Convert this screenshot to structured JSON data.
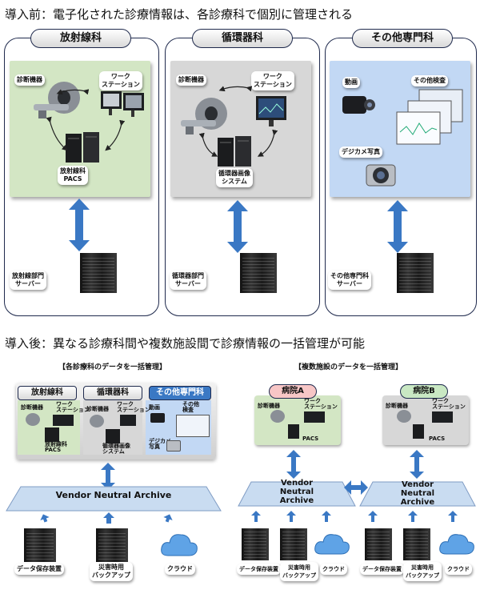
{
  "before": {
    "heading": "導入前：電子化された診療情報は、各診療科で個別に管理される",
    "departments": [
      {
        "title": "放射線科",
        "nodes": [
          "診断機器",
          "ワーク\nステーション",
          "放射線科\nPACS"
        ],
        "server": "放射線部門\nサーバー"
      },
      {
        "title": "循環器科",
        "nodes": [
          "診断機器",
          "ワーク\nステーション",
          "循環器画像\nシステム"
        ],
        "server": "循環器部門\nサーバー"
      },
      {
        "title": "その他専門科",
        "nodes": [
          "動画",
          "その他検査",
          "デジカメ写真"
        ],
        "server": "その他専門科\nサーバー"
      }
    ]
  },
  "after": {
    "heading": "導入後：異なる診療科間や複数施設間で診療情報の一括管理が可能",
    "left_caption": "【各診療科のデータを一括管理】",
    "right_caption": "【複数施設のデータを一括管理】",
    "left_tabs": [
      "放射線科",
      "循環器科",
      "その他専門科"
    ],
    "hospitals": [
      "病院A",
      "病院B"
    ],
    "vna": "Vendor Neutral Archive",
    "vna_stack": [
      "Vendor",
      "Neutral",
      "Archive"
    ],
    "storage": [
      "データ保存装置",
      "災害時用\nバックアップ",
      "クラウド"
    ],
    "pacs": "PACS",
    "mini_labels": {
      "diag": "診断機器",
      "ws": "ワーク\nステーション",
      "rad_pacs": "放射線科\nPACS",
      "cardio_sys": "循環器画像\nシステム",
      "video": "動画",
      "other_exam": "その他\n検査",
      "photo": "デジカメ\n写真"
    }
  },
  "colors": {
    "radiology_bg": "#d3e6c4",
    "cardiology_bg": "#d7d7d7",
    "other_bg": "#c2d8f4",
    "arrow_blue": "#3a78c4",
    "border_navy": "#1f2a4d",
    "hospital_a_pill": "#f7c6c6",
    "hospital_b_pill": "#c9e8c3"
  }
}
